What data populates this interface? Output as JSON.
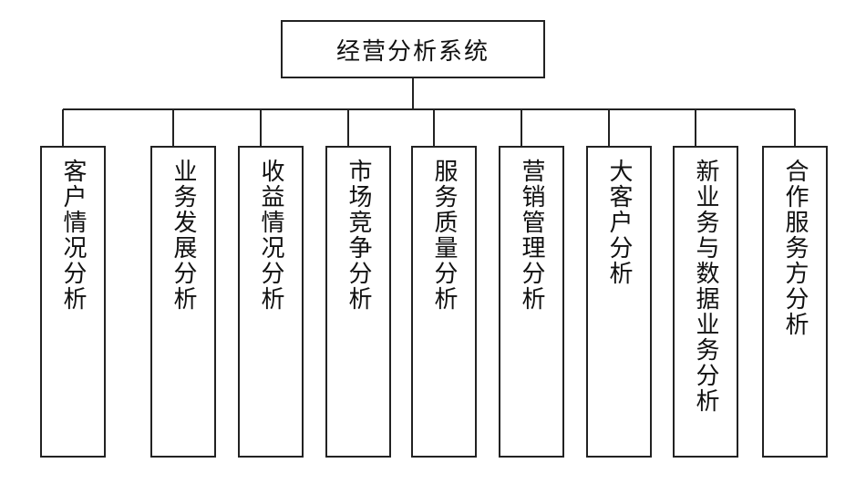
{
  "diagram": {
    "root": {
      "label": "经营分析系统"
    },
    "children": [
      {
        "id": "customer",
        "label": "客户情况分析"
      },
      {
        "id": "business-development",
        "label": "业务发展分析"
      },
      {
        "id": "revenue",
        "label": "收益情况分析"
      },
      {
        "id": "market-competition",
        "label": "市场竞争分析"
      },
      {
        "id": "service-quality",
        "label": "服务质量分析"
      },
      {
        "id": "marketing-management",
        "label": "营销管理分析"
      },
      {
        "id": "key-accounts",
        "label": "大客户分析"
      },
      {
        "id": "new-business-data",
        "label": "新业务与数据业务分析"
      },
      {
        "id": "partner-services",
        "label": "合作服务方分析"
      }
    ]
  }
}
